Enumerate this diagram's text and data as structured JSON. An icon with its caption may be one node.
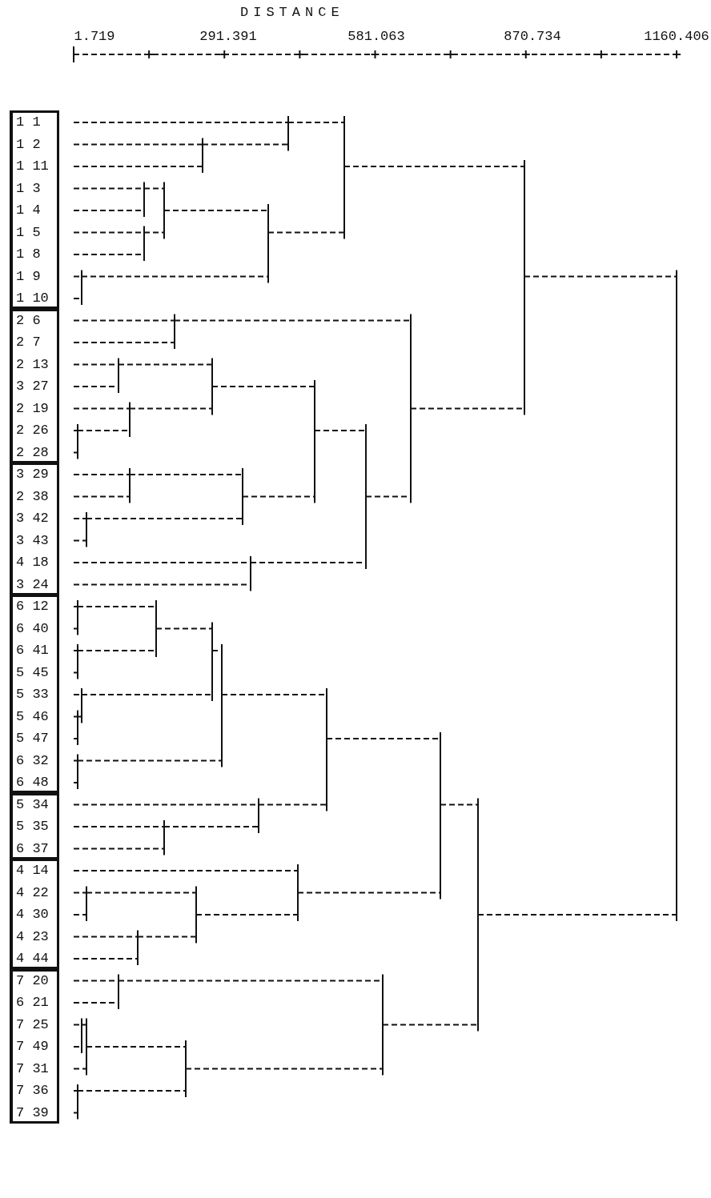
{
  "diagram": {
    "title": "DISTANCE",
    "nodes": [
      {
        "text": [
          "1 1",
          "1 2",
          "1 11",
          "1 3",
          "1 4",
          "1 5",
          "1 8",
          "1 9",
          "1 10"
        ]
      },
      {
        "text": [
          "2 6",
          "2 7",
          "2 13",
          "3 27",
          "2 19",
          "2 26",
          "2 28"
        ]
      },
      {
        "text": [
          "3 29",
          "2 38",
          "3 42",
          "3 43",
          "4 18",
          "3 24"
        ]
      },
      {
        "text": [
          "6 12",
          "6 40",
          "6 41",
          "5 45",
          "5 33",
          "5 46",
          "5 47",
          "6 32",
          "6 48"
        ]
      },
      {
        "text": [
          "5 34",
          "5 35",
          "6 37"
        ]
      },
      {
        "text": [
          "4 14",
          "4 22",
          "4 30",
          "4 23",
          "4 44"
        ]
      },
      {
        "text": [
          "7 20",
          "6 21",
          "7 25",
          "7 49",
          "7 31",
          "7 36",
          "7 39"
        ]
      }
    ],
    "labels": [
      "1.719",
      "291.391",
      "581.063",
      "870.734",
      "1160.406"
    ]
  }
}
